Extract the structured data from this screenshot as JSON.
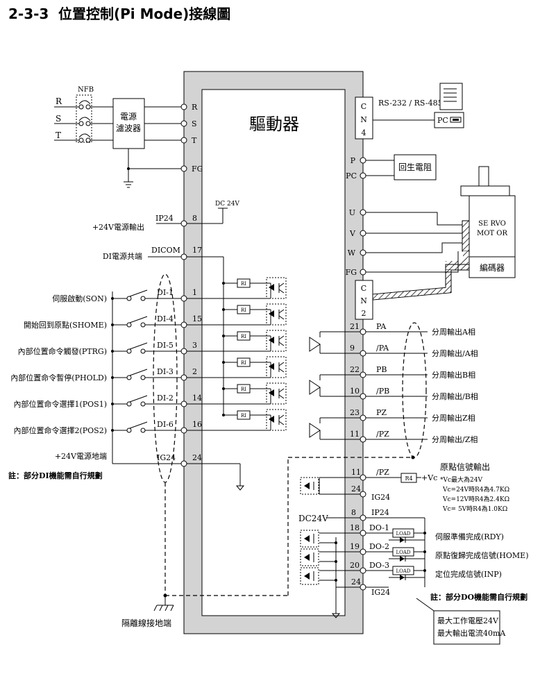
{
  "heading": {
    "number": "2-3-3",
    "text": "位置控制(Pi Mode)接線圖"
  },
  "driver": {
    "label": "驅動器"
  },
  "power": {
    "nfb": "NFB",
    "phases": [
      "R",
      "S",
      "T"
    ],
    "filter_lines": [
      "電源",
      "濾波器"
    ],
    "terminals": [
      "R",
      "S",
      "T",
      "FG"
    ]
  },
  "dc": {
    "dc24v_label": "DC 24V",
    "ip24": "IP24",
    "ip24_pin": "8",
    "ip24_desc": "+24V電源輸出",
    "dicom": "DICOM",
    "dicom_pin": "17",
    "dicom_desc": "DI電源共端"
  },
  "di_inputs": [
    {
      "desc": "伺服啟動(SON)",
      "name": "DI-1",
      "pin": "1"
    },
    {
      "desc": "開始回到原點(SHOME)",
      "name": "DI-4",
      "pin": "15"
    },
    {
      "desc": "內部位置命令觸發(PTRG)",
      "name": "DI-5",
      "pin": "3"
    },
    {
      "desc": "內部位置命令暫停(PHOLD)",
      "name": "DI-3",
      "pin": "2"
    },
    {
      "desc": "內部位置命令選擇1(POS1)",
      "name": "DI-2",
      "pin": "14"
    },
    {
      "desc": "內部位置命令選擇2(POS2)",
      "name": "DI-6",
      "pin": "16"
    }
  ],
  "resistor_label": "RI",
  "ig24_row": {
    "desc": "+24V電源地端",
    "name": "IG24",
    "pin": "24"
  },
  "di_note": "註：部分DI機能需自行規劃",
  "shield_ground": "隔離線接地端",
  "cn4": {
    "letters": [
      "C",
      "N",
      "4"
    ],
    "rs": "RS-232 / RS-485",
    "pc": "PC"
  },
  "regen": {
    "terminals": [
      "P",
      "PC"
    ],
    "label": "回生電阻"
  },
  "motor": {
    "terminals": [
      "U",
      "V",
      "W",
      "FG"
    ],
    "label_lines": [
      "SE RVO",
      "MOT OR"
    ],
    "encoder": "編碼器"
  },
  "cn2": {
    "letters": [
      "C",
      "N",
      "2"
    ]
  },
  "pulse_outputs": [
    {
      "pin": "21",
      "name": "PA",
      "desc": "分周輸出A相"
    },
    {
      "pin": "9",
      "name": "/PA",
      "desc": "分周輸出/A相"
    },
    {
      "pin": "22",
      "name": "PB",
      "desc": "分周輸出B相"
    },
    {
      "pin": "10",
      "name": "/PB",
      "desc": "分周輸出/B相"
    },
    {
      "pin": "23",
      "name": "PZ",
      "desc": "分周輸出Z相"
    },
    {
      "pin": "11",
      "name": "/PZ",
      "desc": "分周輸出/Z相"
    }
  ],
  "origin": {
    "pins": [
      {
        "pin": "11",
        "name": "/PZ"
      },
      {
        "pin": "24",
        "name": "IG24"
      }
    ],
    "title": "原點信號輸出",
    "r4": "R4",
    "vc": "+Vc",
    "notes": [
      "*Vc最大為24V",
      "Vc=24V時R4為4.7KΩ",
      "Vc=12V時R4為2.4KΩ",
      "Vc= 5V時R4為1.0KΩ"
    ]
  },
  "do_block": {
    "dc24v": "DC24V",
    "ip24_pin": "8",
    "ip24": "IP24",
    "outputs": [
      {
        "pin": "18",
        "name": "DO-1",
        "desc": "伺服準備完成(RDY)"
      },
      {
        "pin": "19",
        "name": "DO-2",
        "desc": "原點復歸完成信號(HOME)"
      },
      {
        "pin": "20",
        "name": "DO-3",
        "desc": "定位完成信號(INP)"
      }
    ],
    "load": "LOAD",
    "ig24_pin": "24",
    "ig24": "IG24",
    "note": "註：部分DO機能需自行規劃",
    "spec": [
      "最大工作電壓24V",
      "最大輸出電流40mA"
    ]
  }
}
